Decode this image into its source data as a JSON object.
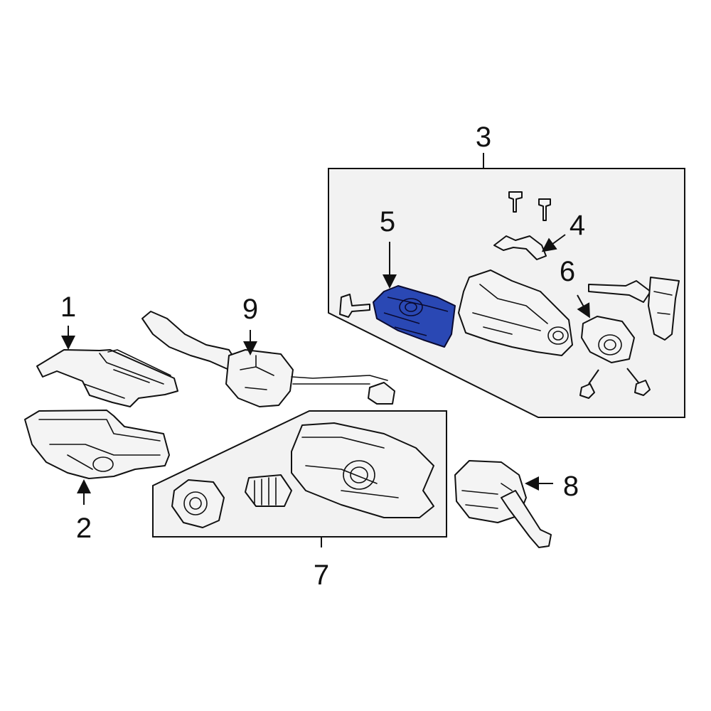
{
  "callouts": {
    "c1": "1",
    "c2": "2",
    "c3": "3",
    "c4": "4",
    "c5": "5",
    "c6": "6",
    "c7": "7",
    "c8": "8",
    "c9": "9"
  },
  "colors": {
    "highlight": "#2a48b4",
    "panel": "#f2f2f2",
    "line": "#111111"
  }
}
